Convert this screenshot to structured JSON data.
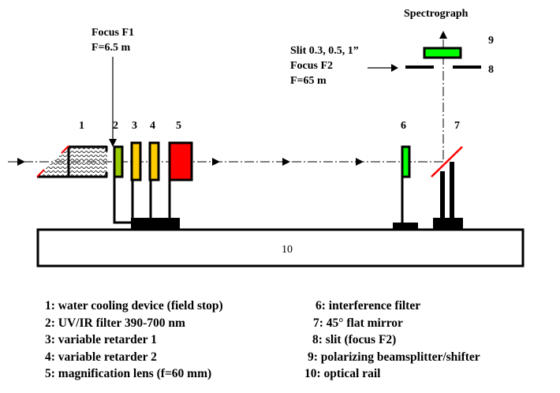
{
  "title": "Spectrograph",
  "annotations": {
    "focus_f1": [
      "Focus F1",
      "F=6.5 m"
    ],
    "focus_f2": [
      "Slit 0.3, 0.5, 1”",
      "Focus F2",
      "F=65 m"
    ]
  },
  "component_numbers": {
    "c1": "1",
    "c2": "2",
    "c3": "3",
    "c4": "4",
    "c5": "5",
    "c6": "6",
    "c7": "7",
    "c8": "8",
    "c9": "9",
    "c10": "10"
  },
  "colors": {
    "uv_ir_filter": "#99cc00",
    "retarder": "#ffcc00",
    "lens": "#ff0000",
    "interference_filter": "#00ff00",
    "beamsplitter": "#00ff00",
    "mirror": "#ff0000",
    "mount": "#000000"
  },
  "legend_left": [
    "1: water cooling device (field stop)",
    "2: UV/IR filter 390-700 nm",
    "3: variable retarder 1",
    "4: variable retarder 2",
    "5: magnification lens (f=60 mm)"
  ],
  "legend_right": [
    "6: interference filter",
    "7: 45° flat mirror",
    "8: slit (focus F2)",
    "9: polarizing beamsplitter/shifter",
    "10: optical rail"
  ]
}
